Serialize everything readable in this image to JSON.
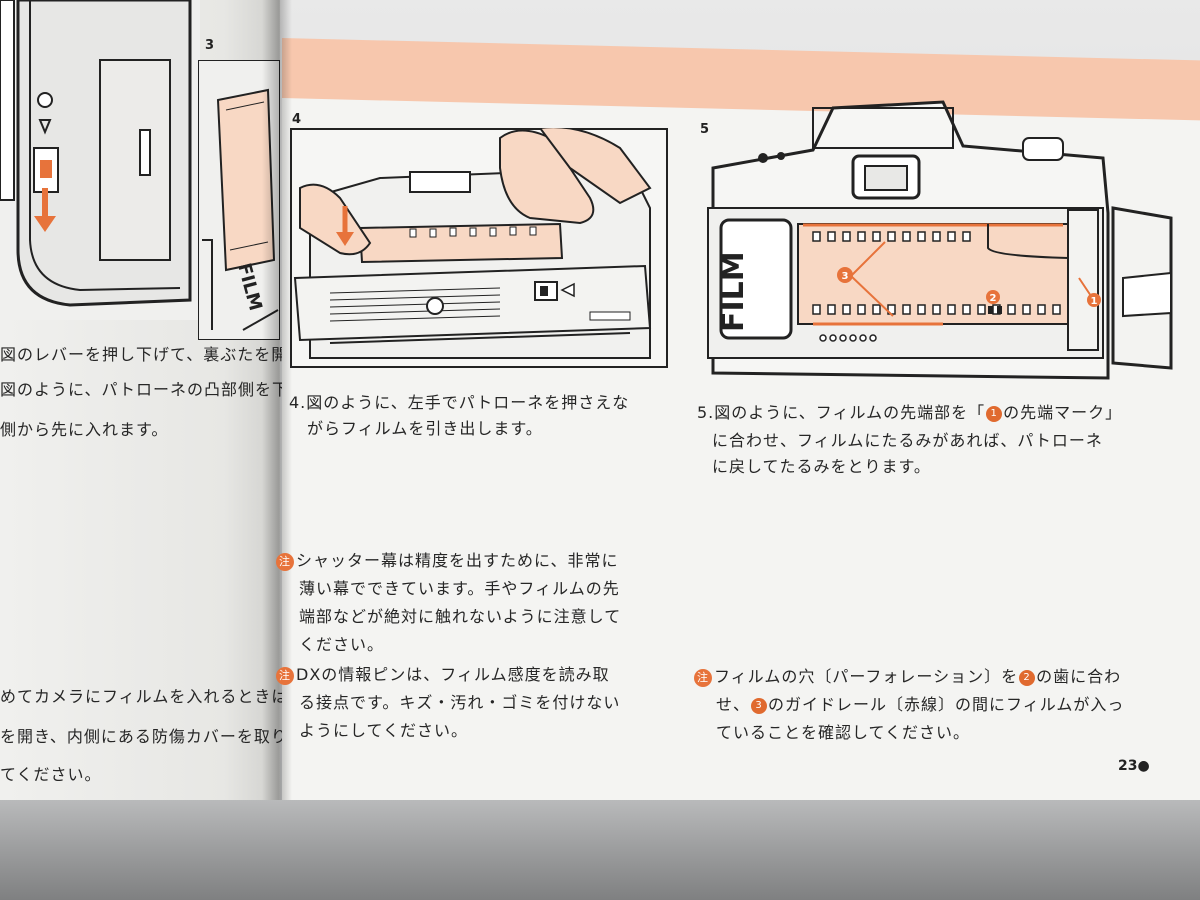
{
  "left_page": {
    "fig3_number": "3",
    "text_lines": [
      "図のレバーを押し下げて、裏ぶたを開け",
      "図のように、パトローネの凸部側を下に",
      "側から先に入れます。"
    ],
    "bottom_lines": [
      "めてカメラにフィルムを入れるときは",
      "を開き、内側にある防傷カバーを取り",
      "てください。"
    ]
  },
  "right_page": {
    "fig4_number": "4",
    "fig5_number": "5",
    "film_label": "FILM",
    "step4": {
      "line1": "4.図のように、左手でパトローネを押さえな",
      "line2": "がらフィルムを引き出します。"
    },
    "step5": {
      "line1_prefix": "5.図のように、フィルムの先端部を「",
      "line1_mark": "1",
      "line1_suffix": "の先端マーク」",
      "line2": "に合わせ、フィルムにたるみがあれば、パトローネ",
      "line3": "に戻してたるみをとります。"
    },
    "note_symbol": "注",
    "note1": {
      "line1": "シャッター幕は精度を出すために、非常に",
      "line2": "薄い幕でできています。手やフィルムの先",
      "line3": "端部などが絶対に触れないように注意して",
      "line4": "ください。"
    },
    "note2": {
      "line1": "DXの情報ピンは、フィルム感度を読み取",
      "line2": "る接点です。キズ・汚れ・ゴミを付けない",
      "line3": "ようにしてください。"
    },
    "note3": {
      "line1_a": "フィルムの穴〔パーフォレーション〕を",
      "line1_mark": "2",
      "line1_b": "の歯に合わ",
      "line2_a": "せ、",
      "line2_mark": "3",
      "line2_b": "のガイドレール〔赤線〕の間にフィルムが入っ",
      "line3": "ていることを確認してください。"
    },
    "callouts": [
      "1",
      "2",
      "3"
    ],
    "page_number": "23",
    "page_bullet": "●"
  },
  "colors": {
    "accent_orange": "#e7733b",
    "pink_band": "#f7c7ad",
    "film_peach": "#f8d8c4"
  }
}
